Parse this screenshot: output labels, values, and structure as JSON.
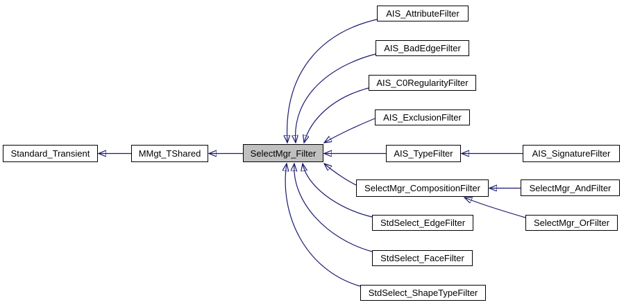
{
  "colors": {
    "background": "#ffffff",
    "edge": "#191970",
    "node_fill": "#ffffff",
    "node_border": "#000000",
    "selected_node_fill": "#c0c0c0",
    "text": "#000000"
  },
  "nodes": [
    {
      "id": "standard-transient",
      "label": "Standard_Transient",
      "selected": false
    },
    {
      "id": "mmgt-tshared",
      "label": "MMgt_TShared",
      "selected": false
    },
    {
      "id": "selectmgr-filter",
      "label": "SelectMgr_Filter",
      "selected": true
    },
    {
      "id": "ais-attributefilter",
      "label": "AIS_AttributeFilter",
      "selected": false
    },
    {
      "id": "ais-badedgefilter",
      "label": "AIS_BadEdgeFilter",
      "selected": false
    },
    {
      "id": "ais-c0regularityfilter",
      "label": "AIS_C0RegularityFilter",
      "selected": false
    },
    {
      "id": "ais-exclusionfilter",
      "label": "AIS_ExclusionFilter",
      "selected": false
    },
    {
      "id": "ais-typefilter",
      "label": "AIS_TypeFilter",
      "selected": false
    },
    {
      "id": "ais-signaturefilter",
      "label": "AIS_SignatureFilter",
      "selected": false
    },
    {
      "id": "selectmgr-compositionfilter",
      "label": "SelectMgr_CompositionFilter",
      "selected": false
    },
    {
      "id": "selectmgr-andfilter",
      "label": "SelectMgr_AndFilter",
      "selected": false
    },
    {
      "id": "stdselect-edgefilter",
      "label": "StdSelect_EdgeFilter",
      "selected": false
    },
    {
      "id": "selectmgr-orfilter",
      "label": "SelectMgr_OrFilter",
      "selected": false
    },
    {
      "id": "stdselect-facefilter",
      "label": "StdSelect_FaceFilter",
      "selected": false
    },
    {
      "id": "stdselect-shapetypefilter",
      "label": "StdSelect_ShapeTypeFilter",
      "selected": false
    }
  ],
  "edges": [
    {
      "from": "MMgt_TShared",
      "to": "Standard_Transient"
    },
    {
      "from": "SelectMgr_Filter",
      "to": "MMgt_TShared"
    },
    {
      "from": "AIS_AttributeFilter",
      "to": "SelectMgr_Filter"
    },
    {
      "from": "AIS_BadEdgeFilter",
      "to": "SelectMgr_Filter"
    },
    {
      "from": "AIS_C0RegularityFilter",
      "to": "SelectMgr_Filter"
    },
    {
      "from": "AIS_ExclusionFilter",
      "to": "SelectMgr_Filter"
    },
    {
      "from": "AIS_TypeFilter",
      "to": "SelectMgr_Filter"
    },
    {
      "from": "SelectMgr_CompositionFilter",
      "to": "SelectMgr_Filter"
    },
    {
      "from": "StdSelect_EdgeFilter",
      "to": "SelectMgr_Filter"
    },
    {
      "from": "StdSelect_FaceFilter",
      "to": "SelectMgr_Filter"
    },
    {
      "from": "StdSelect_ShapeTypeFilter",
      "to": "SelectMgr_Filter"
    },
    {
      "from": "AIS_SignatureFilter",
      "to": "AIS_TypeFilter"
    },
    {
      "from": "SelectMgr_AndFilter",
      "to": "SelectMgr_CompositionFilter"
    },
    {
      "from": "SelectMgr_OrFilter",
      "to": "SelectMgr_CompositionFilter"
    }
  ]
}
